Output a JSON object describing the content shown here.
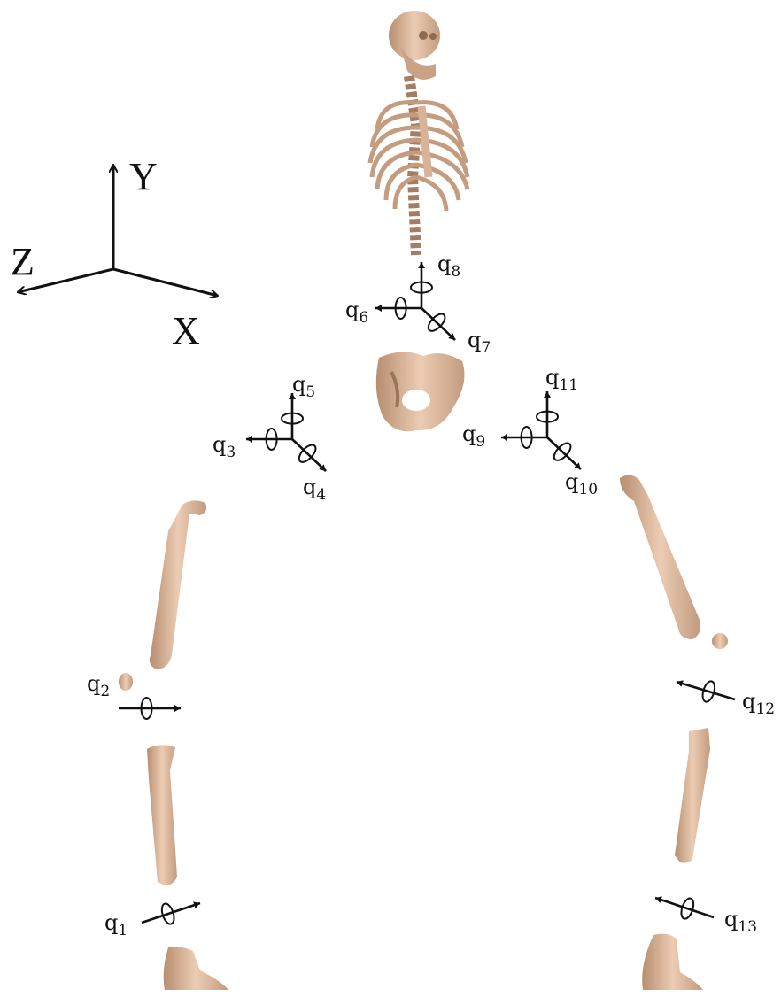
{
  "axes": {
    "x": "X",
    "y": "Y",
    "z": "Z"
  },
  "joints": [
    {
      "id": "q1",
      "base": "q",
      "sub": "1"
    },
    {
      "id": "q2",
      "base": "q",
      "sub": "2"
    },
    {
      "id": "q3",
      "base": "q",
      "sub": "3"
    },
    {
      "id": "q4",
      "base": "q",
      "sub": "4"
    },
    {
      "id": "q5",
      "base": "q",
      "sub": "5"
    },
    {
      "id": "q6",
      "base": "q",
      "sub": "6"
    },
    {
      "id": "q7",
      "base": "q",
      "sub": "7"
    },
    {
      "id": "q8",
      "base": "q",
      "sub": "8"
    },
    {
      "id": "q9",
      "base": "q",
      "sub": "9"
    },
    {
      "id": "q10",
      "base": "q",
      "sub": "10"
    },
    {
      "id": "q11",
      "base": "q",
      "sub": "11"
    },
    {
      "id": "q12",
      "base": "q",
      "sub": "12"
    },
    {
      "id": "q13",
      "base": "q",
      "sub": "13"
    }
  ],
  "colors": {
    "bone": "#e2bfa3",
    "bone_shadow": "#b78e71",
    "arrow": "#111111"
  }
}
